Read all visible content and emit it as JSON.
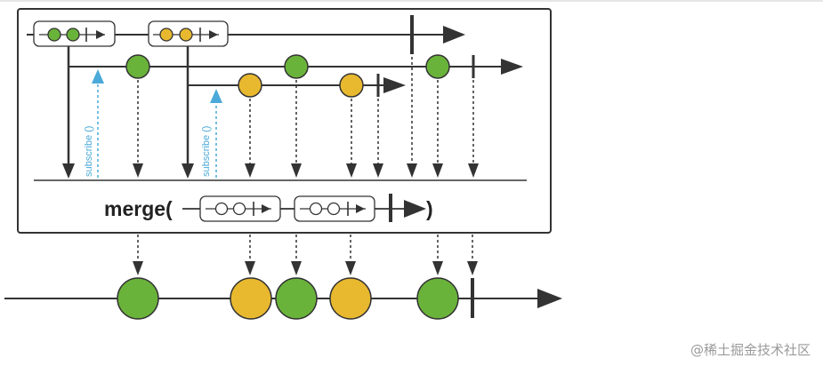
{
  "diagram": {
    "operator_label": "merge(",
    "operator_close": ")",
    "subscribe_label": "subscribe ()",
    "colors": {
      "green": "#6ab33a",
      "yellow": "#e8b82f",
      "stroke": "#333333",
      "subscribe_arrow": "#4aa9d8"
    },
    "outer_events": [
      {
        "kind": "stream-emitted",
        "order": 1
      },
      {
        "kind": "stream-emitted",
        "order": 2
      },
      {
        "kind": "completion",
        "order": 3
      }
    ],
    "inner_stream_1": {
      "events": [
        {
          "color": "green",
          "order": 1
        },
        {
          "color": "green",
          "order": 2
        },
        {
          "color": "green",
          "order": 3
        },
        {
          "kind": "completion",
          "order": 4
        }
      ]
    },
    "inner_stream_2": {
      "events": [
        {
          "color": "yellow",
          "order": 1
        },
        {
          "color": "yellow",
          "order": 2
        },
        {
          "kind": "completion",
          "order": 3
        }
      ]
    },
    "output_events": [
      {
        "color": "green"
      },
      {
        "color": "yellow"
      },
      {
        "color": "green"
      },
      {
        "color": "yellow"
      },
      {
        "color": "green"
      },
      {
        "kind": "completion"
      }
    ]
  },
  "watermark": "@稀土掘金技术社区"
}
